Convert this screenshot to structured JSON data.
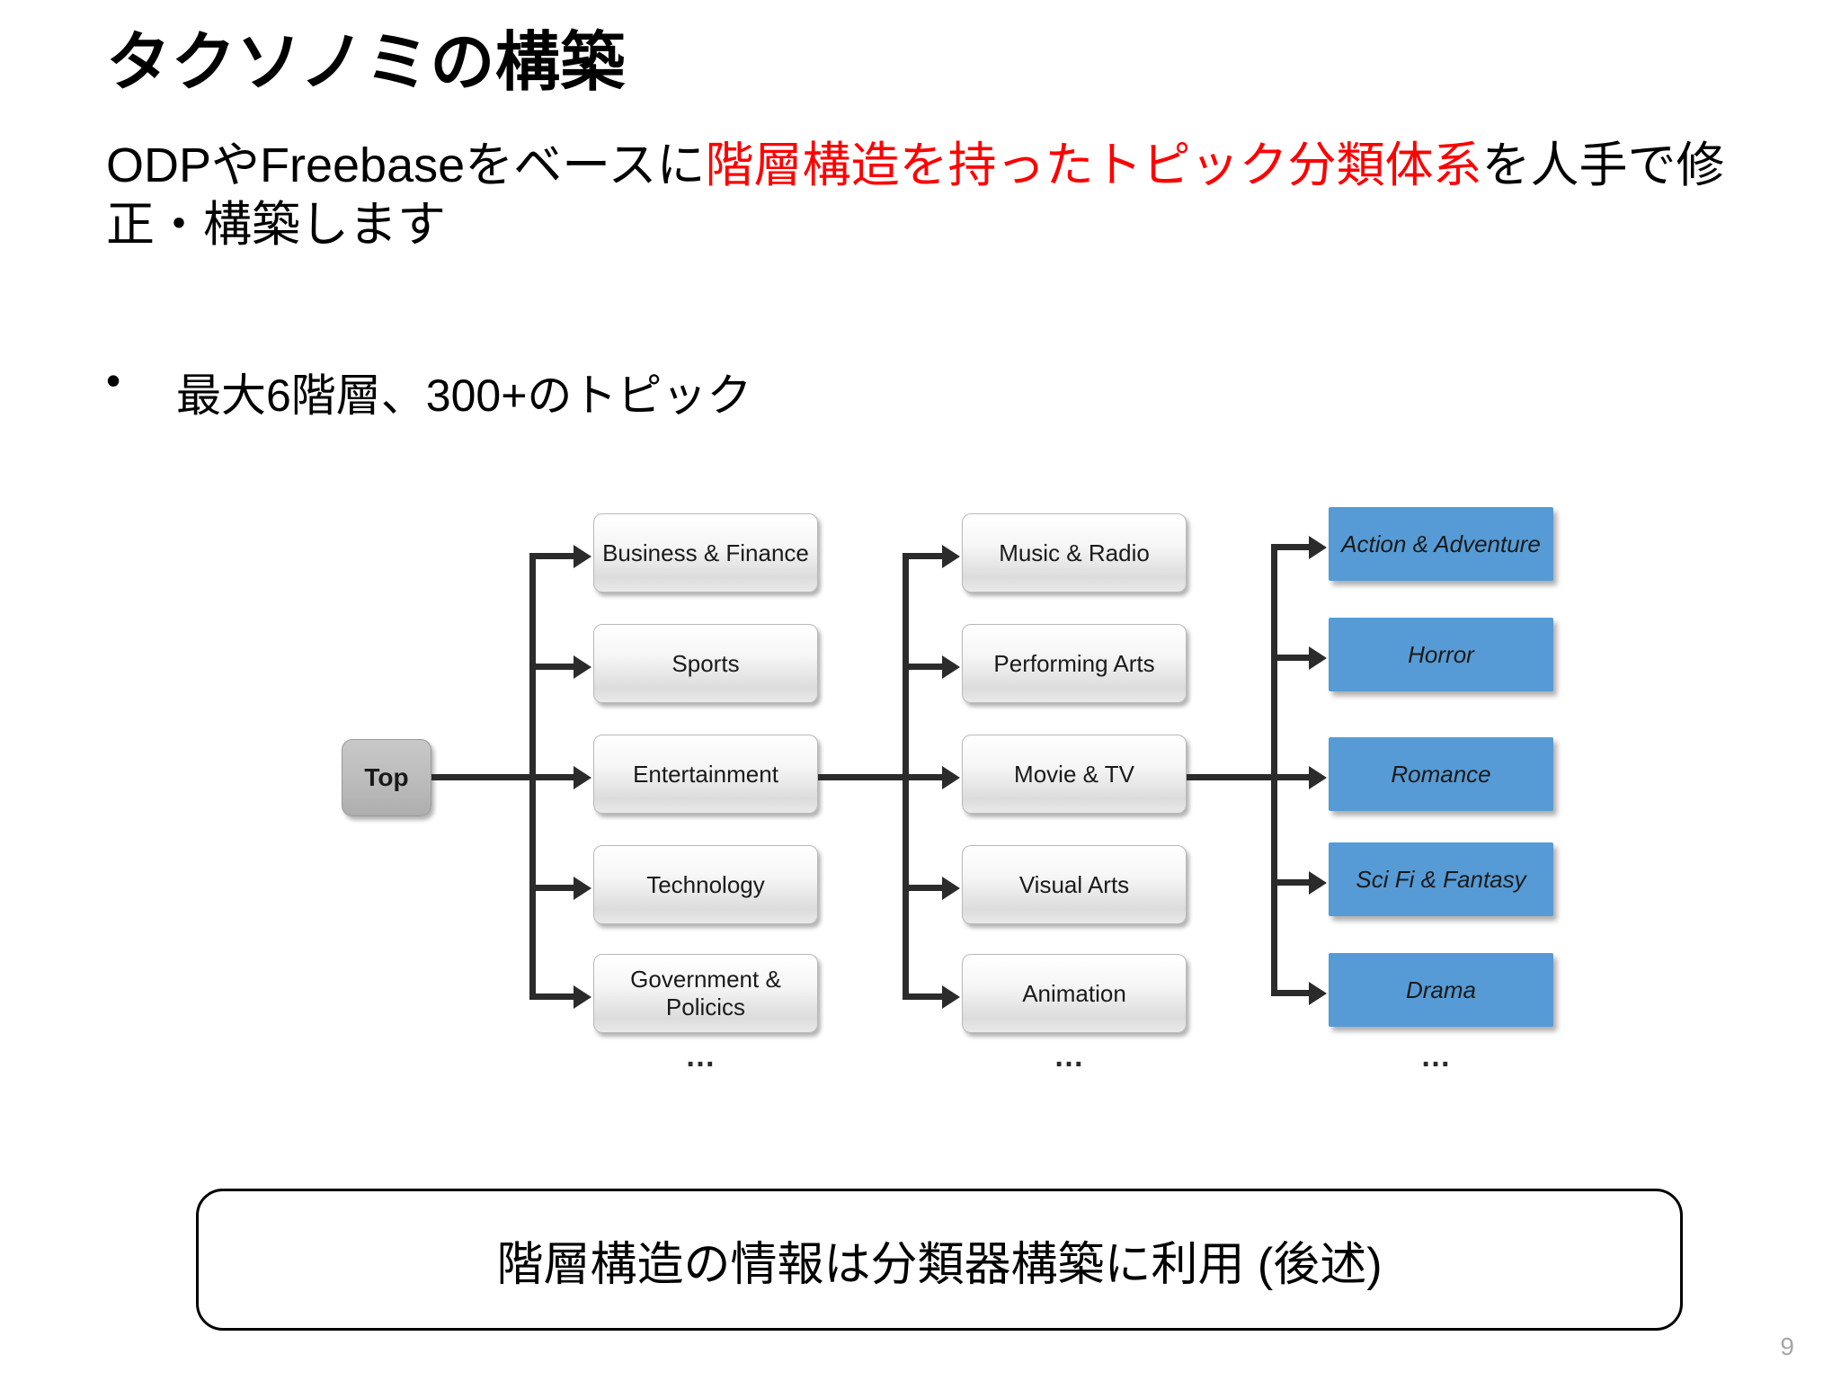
{
  "slide": {
    "title": "タクソノミの構築",
    "subtitle": {
      "lead": "ODPやFreebaseをベースに",
      "highlight": "階層構造を持ったトピック分類体系",
      "tail": "を人手で修正・構築します",
      "highlight_color": "#ff0000"
    },
    "bullets": [
      {
        "marker": "•",
        "text": "最大6階層、300+のトピック"
      }
    ],
    "callout": "階層構造の情報は分類器構築に利用 (後述)",
    "page_number": "9"
  },
  "diagram": {
    "root": {
      "label": "Top"
    },
    "ellipsis_marker": "…",
    "levels": [
      {
        "name": "level-1",
        "style": "grey",
        "nodes": [
          {
            "label": "Business & Finance"
          },
          {
            "label": "Sports"
          },
          {
            "label": "Entertainment"
          },
          {
            "label": "Technology"
          },
          {
            "label": "Government & Policics"
          }
        ]
      },
      {
        "name": "level-2",
        "style": "grey",
        "nodes": [
          {
            "label": "Music & Radio"
          },
          {
            "label": "Performing Arts"
          },
          {
            "label": "Movie & TV"
          },
          {
            "label": "Visual Arts"
          },
          {
            "label": "Animation"
          }
        ]
      },
      {
        "name": "level-3",
        "style": "blue",
        "color": "#569bd5",
        "nodes": [
          {
            "label": "Action & Adventure"
          },
          {
            "label": "Horror"
          },
          {
            "label": "Romance"
          },
          {
            "label": "Sci Fi & Fantasy"
          },
          {
            "label": "Drama"
          }
        ]
      }
    ]
  }
}
